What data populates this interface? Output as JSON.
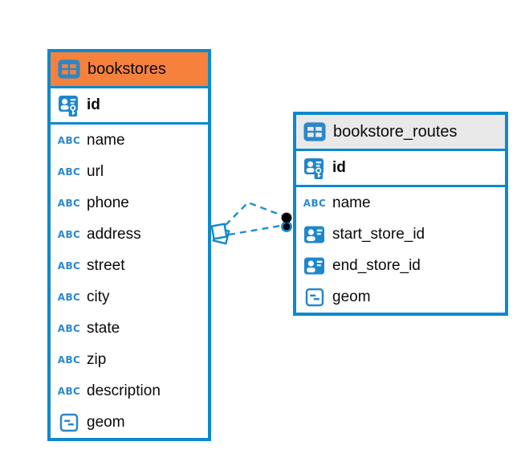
{
  "diagram": {
    "type": "entity-relationship",
    "background": "#ffffff"
  },
  "colors": {
    "accent_blue": "#0d89cc",
    "line_blue": "#1e8fd2",
    "orange_header": "#f6813d",
    "gray_header": "#e9e9e9",
    "text": "#0a0a0a",
    "endpoint_black": "#000000"
  },
  "icons": {
    "text_type_label": "ABC"
  },
  "tables": [
    {
      "name": "bookstores",
      "header_style": "orange",
      "primary_key": "id",
      "columns": [
        {
          "name": "name",
          "type": "text"
        },
        {
          "name": "url",
          "type": "text"
        },
        {
          "name": "phone",
          "type": "text"
        },
        {
          "name": "address",
          "type": "text"
        },
        {
          "name": "street",
          "type": "text"
        },
        {
          "name": "city",
          "type": "text"
        },
        {
          "name": "state",
          "type": "text"
        },
        {
          "name": "zip",
          "type": "text"
        },
        {
          "name": "description",
          "type": "text"
        },
        {
          "name": "geom",
          "type": "object"
        }
      ]
    },
    {
      "name": "bookstore_routes",
      "header_style": "gray",
      "primary_key": "id",
      "columns": [
        {
          "name": "name",
          "type": "text"
        },
        {
          "name": "start_store_id",
          "type": "reference"
        },
        {
          "name": "end_store_id",
          "type": "reference"
        },
        {
          "name": "geom",
          "type": "object"
        }
      ]
    }
  ],
  "relationships": [
    {
      "from_table": "bookstores",
      "to_table": "bookstore_routes",
      "style": "dashed"
    },
    {
      "from_table": "bookstores",
      "to_table": "bookstore_routes",
      "style": "dashed"
    }
  ]
}
